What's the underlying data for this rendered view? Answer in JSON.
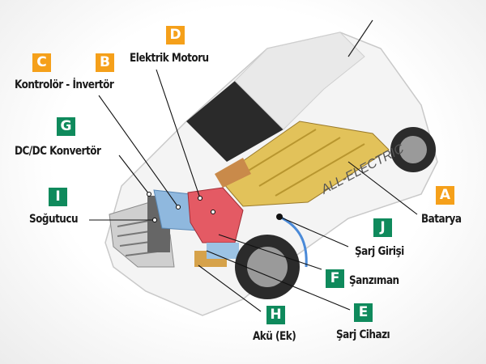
{
  "colors": {
    "orange": "#f5a01a",
    "green": "#0f8a5c"
  },
  "car_branding": "ALL-ELECTRIC",
  "components": [
    {
      "letter": "A",
      "label": "Batarya",
      "color": "orange"
    },
    {
      "letter": "B",
      "label": "İnvertör",
      "color": "orange"
    },
    {
      "letter": "C",
      "label": "Kontrolör",
      "color": "orange"
    },
    {
      "letter": "D",
      "label": "Elektrik Motoru",
      "color": "orange"
    },
    {
      "letter": "E",
      "label": "Şarj Cihazı",
      "color": "green"
    },
    {
      "letter": "F",
      "label": "Şanzıman",
      "color": "green"
    },
    {
      "letter": "G",
      "label": "DC/DC Konvertör",
      "color": "green"
    },
    {
      "letter": "H",
      "label": "Akü (Ek)",
      "color": "green"
    },
    {
      "letter": "I",
      "label": "Soğutucu",
      "color": "green"
    },
    {
      "letter": "J",
      "label": "Şarj Girişi",
      "color": "green"
    }
  ],
  "combined_label": "Kontrolör - İnvertör"
}
